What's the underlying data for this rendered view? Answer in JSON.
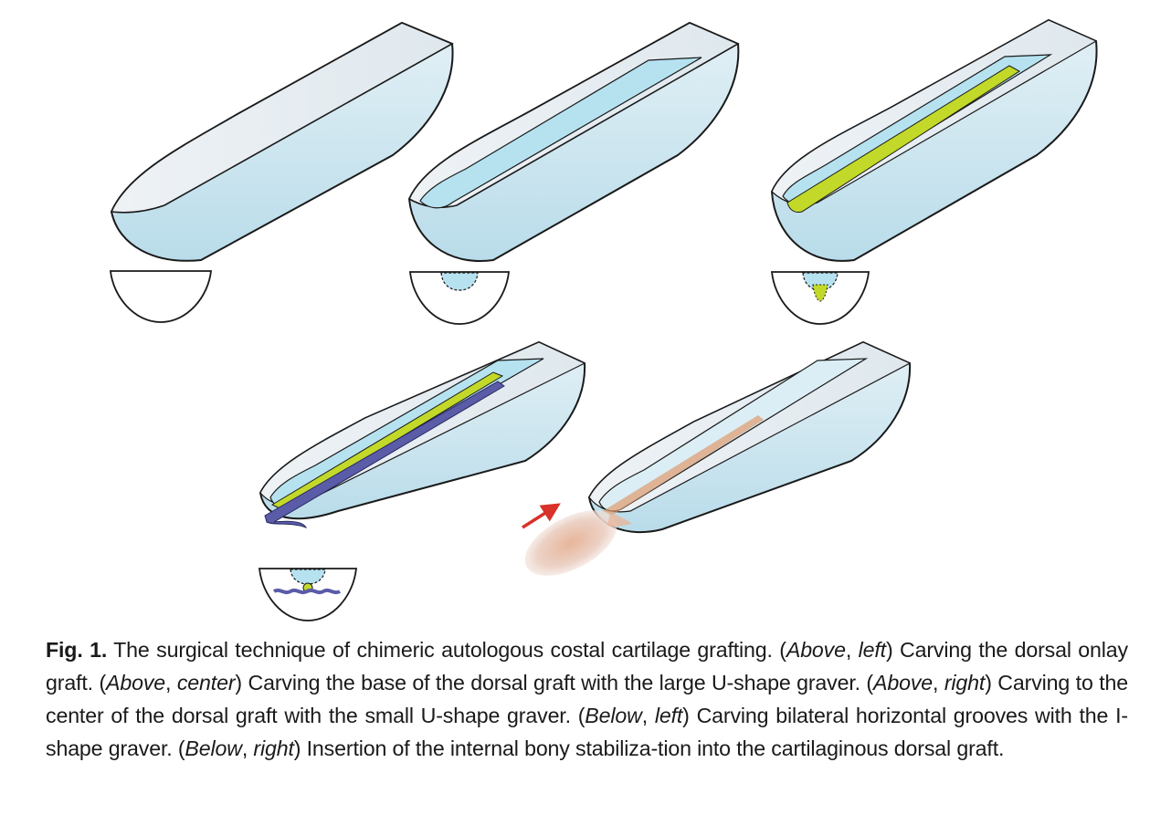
{
  "figure": {
    "label": "Fig. 1.",
    "caption_intro": " The surgical technique of chimeric autologous costal cartilage grafting. (",
    "panels": [
      {
        "loc_a": "Above",
        "sep": ", ",
        "loc_b": "left",
        "text": ") Carving the dorsal onlay graft. ("
      },
      {
        "loc_a": "Above",
        "sep": ", ",
        "loc_b": "center",
        "text": ") Carving the base of the dorsal graft with the large U-shape graver. ("
      },
      {
        "loc_a": "Above",
        "sep": ", ",
        "loc_b": "right",
        "text": ") Carving to the center of the dorsal graft with the small U-shape graver. ("
      },
      {
        "loc_a": "Below",
        "sep": ", ",
        "loc_b": "left",
        "text": ") Carving bilateral horizontal grooves with the I-shape graver. ("
      },
      {
        "loc_a": "Below",
        "sep": ", ",
        "loc_b": "right",
        "text": ") Insertion of the internal bony stabiliza-tion into the cartilaginous dorsal graft."
      }
    ]
  },
  "colors": {
    "cartilage_face": "#e6eef2",
    "cartilage_side": "#cfe6ef",
    "groove_blue": "#b6e2f0",
    "graver_green": "#c2d92a",
    "groove_purple": "#5a5ca8",
    "bone_orange": "#e09a6e",
    "arrow_red": "#d8322a",
    "outline": "#1a1a1a"
  }
}
